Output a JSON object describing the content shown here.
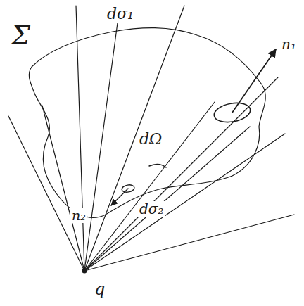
{
  "diagram": {
    "labels": [
      "Σ",
      "dσ₁",
      "n₁",
      "dΩ",
      "dσ₂",
      "n₂",
      "q"
    ]
  }
}
